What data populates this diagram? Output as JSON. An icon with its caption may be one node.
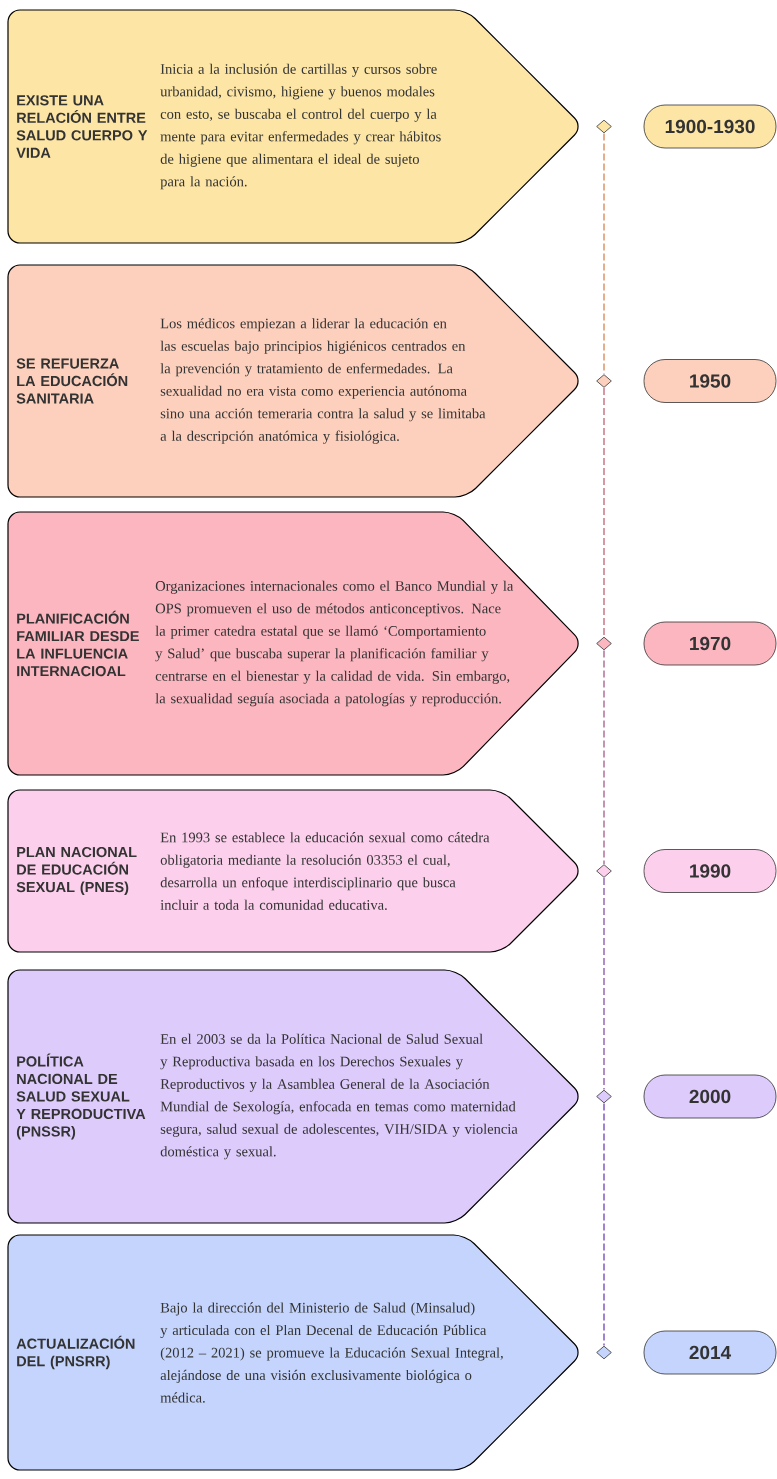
{
  "diagram": {
    "nodes": [
      {
        "text": [
          "EXISTE UNA RELACIÓN ENTRE SALUD CUERPO Y VIDA",
          "Inicia a la inclusión de cartillas y cursos sobre urbanidad, civismo, higiene y buenos modales con esto, se buscaba el control del cuerpo y la mente para evitar enfermedades y crear hábitos de higiene que alimentara el ideal de sujeto para la nación."
        ]
      },
      {
        "text": [],
        "shape": "diamond"
      },
      {
        "text": [
          "1900-1930"
        ]
      },
      {
        "text": [
          "SE REFUERZA LA EDUCACIÓN SANITARIA",
          "Los médicos empiezan a liderar la educación en las escuelas bajo principios higiénicos centrados en la prevención y tratamiento de enfermedades. La sexualidad no era vista como experiencia autónoma sino una acción temeraria contra la salud y se limitaba a la descripción anatómica y fisiológica."
        ]
      },
      {
        "text": [],
        "shape": "diamond"
      },
      {
        "text": [
          "1950"
        ]
      },
      {
        "text": [
          "PLANIFICACIÓN FAMILIAR DESDE LA INFLUENCIA INTERNACIOAL",
          "Organizaciones internacionales como el Banco Mundial y la OPS promueven el uso de métodos anticonceptivos. Nace la primer catedra estatal que se llamó ‘Comportamiento y Salud’ que buscaba superar la planificación familiar y centrarse en el bienestar y la calidad de vida. Sin embargo, la sexualidad seguía asociada a patologías y reproducción."
        ]
      },
      {
        "text": [],
        "shape": "diamond"
      },
      {
        "text": [
          "1970"
        ]
      },
      {
        "text": [
          "PLAN NACIONAL DE EDUCACIÓN SEXUAL (PNES)",
          "En 1993 se establece la educación sexual como cátedra obligatoria mediante la resolución 03353 el cual, desarrolla un enfoque interdisciplinario que busca incluir a toda la comunidad educativa."
        ]
      },
      {
        "text": [],
        "shape": "diamond"
      },
      {
        "text": [
          "1990"
        ]
      },
      {
        "text": [
          "POLÍTICA NACIONAL DE SALUD SEXUAL Y REPRODUCTIVA (PNSSR)",
          "En el 2003 se da la Política Nacional de Salud Sexual y Reproductiva basada en los Derechos Sexuales y Reproductivos y la Asamblea General de la Asociación Mundial de Sexología, enfocada en temas como maternidad segura, salud sexual de adolescentes, VIH/SIDA y violencia doméstica y sexual."
        ]
      },
      {
        "text": [],
        "shape": "diamond"
      },
      {
        "text": [
          "2000"
        ]
      },
      {
        "text": [
          "ACTUALIZACIÓN DEL (PNSRR)",
          "Bajo la dirección del Ministerio de Salud (Minsalud) y articulada con el Plan Decenal de Educación Pública (2012 – 2021) se promueve la Educación Sexual Integral, alejándose de una visión exclusivamente biológica o médica."
        ]
      },
      {
        "text": [],
        "shape": "diamond"
      },
      {
        "text": [
          "2014"
        ]
      }
    ],
    "edges": [
      {
        "from": 1,
        "to": 4,
        "arrow": "none",
        "style": "dashed",
        "color": "#e09a70"
      },
      {
        "from": 4,
        "to": 7,
        "arrow": "none",
        "style": "dashed",
        "color": "#cc7f8f"
      },
      {
        "from": 7,
        "to": 10,
        "arrow": "none",
        "style": "dashed",
        "color": "#b878a0"
      },
      {
        "from": 10,
        "to": 13,
        "arrow": "none",
        "style": "dashed",
        "color": "#a070b8"
      },
      {
        "from": 13,
        "to": 16,
        "arrow": "none",
        "style": "dashed",
        "color": "#8a64c8"
      }
    ]
  }
}
